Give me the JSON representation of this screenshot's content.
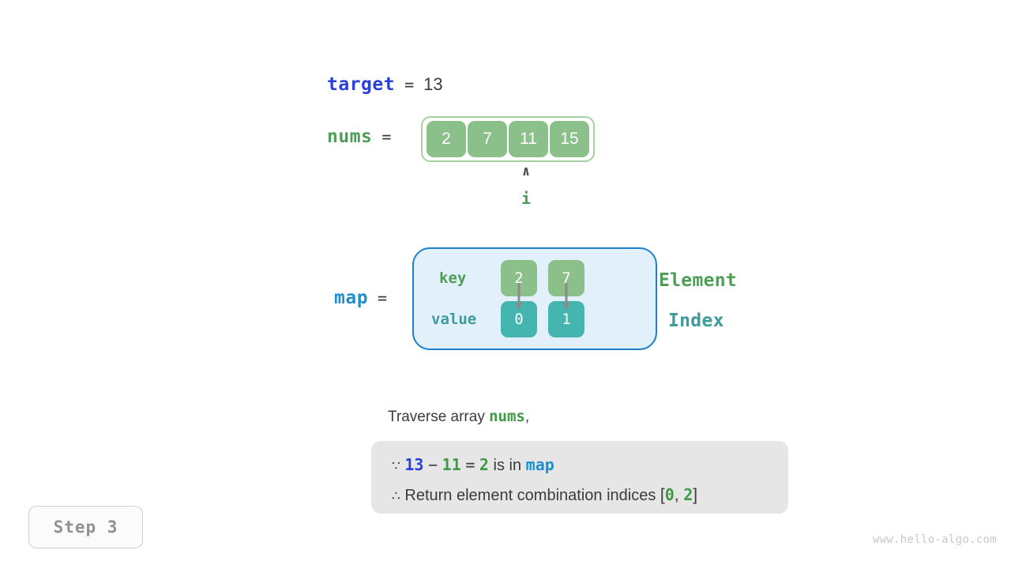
{
  "target": {
    "name": "target",
    "equals": "=",
    "value": "13"
  },
  "nums": {
    "name": "nums",
    "equals": "=",
    "cells": [
      "2",
      "7",
      "11",
      "15"
    ],
    "pointer": {
      "caret": "∧",
      "label": "i",
      "index": 2
    }
  },
  "map": {
    "name": "map",
    "equals": "=",
    "key_label": "key",
    "value_label": "value",
    "keys": [
      "2",
      "7"
    ],
    "values": [
      "0",
      "1"
    ],
    "side_labels": {
      "element": "Element",
      "index": "Index"
    }
  },
  "explanation": {
    "traverse_prefix": "Traverse array ",
    "traverse_var": "nums",
    "traverse_suffix": ",",
    "line1": {
      "because_symbol": "∵",
      "a": "13",
      "minus": "−",
      "b": "11",
      "equals": "=",
      "result": "2",
      "text": "is in",
      "map_var": "map"
    },
    "line2": {
      "therefore_symbol": "∴",
      "text": "Return element combination indices",
      "open_bracket": "[",
      "i0": "0",
      "comma": ",",
      "i1": "2",
      "close_bracket": "]"
    }
  },
  "step_badge": "Step 3",
  "watermark": "www.hello-algo.com",
  "colors": {
    "target_blue": "#2a41d8",
    "map_blue": "#1f8fd0",
    "nums_green": "#4f9e55",
    "cell_green": "#8cc08a",
    "cell_teal": "#45b5b0",
    "map_bg": "#e2f0fb",
    "map_border": "#1f7ec9",
    "explain_bg": "#e6e6e6",
    "arrow_gray": "#8c8c8c"
  }
}
